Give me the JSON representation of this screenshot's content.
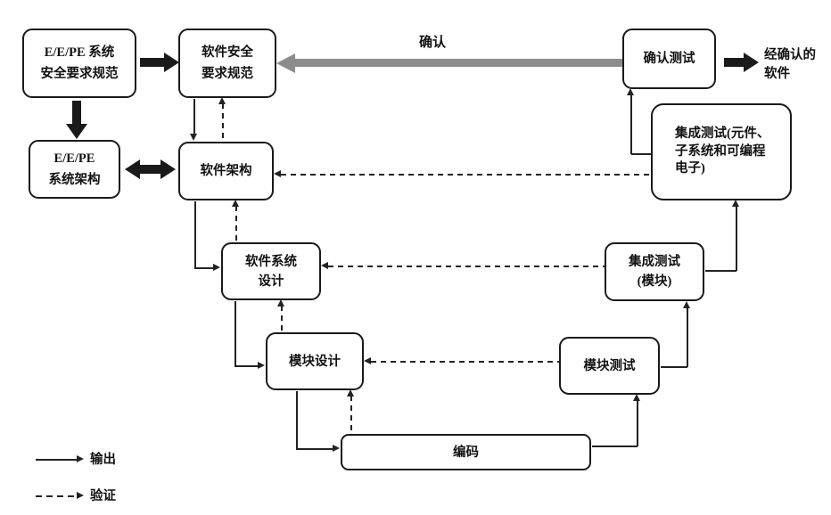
{
  "figure": {
    "boxes": {
      "eepe_req": {
        "lines": [
          "E/E/PE 系统",
          "安全要求规范"
        ]
      },
      "eepe_arch": {
        "lines": [
          "E/E/PE",
          "系统架构"
        ]
      },
      "sw_req": {
        "lines": [
          "软件安全",
          "要求规范"
        ]
      },
      "sw_arch": {
        "lines": [
          "软件架构"
        ]
      },
      "sw_sys_design": {
        "lines": [
          "软件系统",
          "设计"
        ]
      },
      "module_design": {
        "lines": [
          "模块设计"
        ]
      },
      "coding": {
        "lines": [
          "编码"
        ]
      },
      "module_test": {
        "lines": [
          "模块测试"
        ]
      },
      "integration_test_module": {
        "lines": [
          "集成测试",
          "(模块)"
        ]
      },
      "integration_test_pe": {
        "lines": [
          "集成测试(元件、",
          "子系统和可编程",
          "电子)"
        ]
      },
      "validation_test": {
        "lines": [
          "确认测试"
        ]
      }
    },
    "labels": {
      "validation_arrow": "确认",
      "validated_software": {
        "lines": [
          "经确认的",
          "软件"
        ]
      }
    },
    "legend": {
      "output": "输出",
      "verification": "验证"
    },
    "colors": {
      "ink": "#1a1a1a",
      "line": "#222222",
      "validation_gray": "#8c8c8c",
      "background": "#ffffff"
    }
  }
}
